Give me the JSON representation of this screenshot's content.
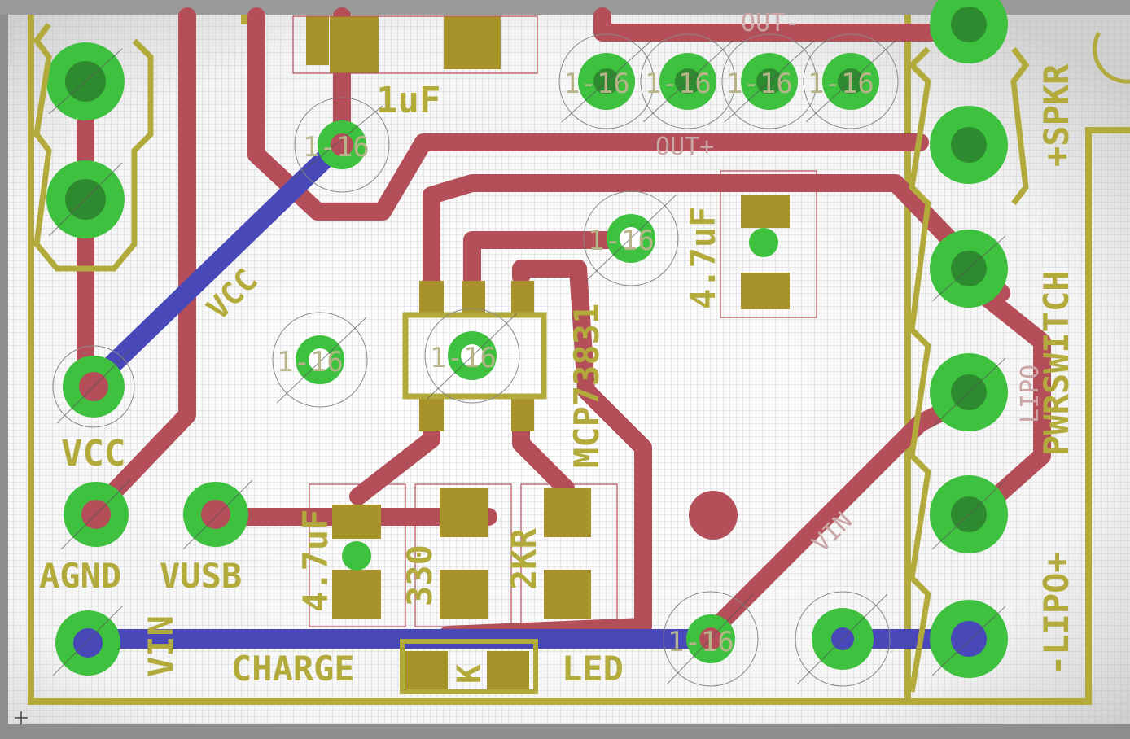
{
  "board": {
    "colors": {
      "grid_bg": "#d9d9d9",
      "board_fill": "#f4f4f4",
      "top_trace": "#b44e58",
      "bottom_trace": "#4848b8",
      "pad_copper": "#2e8a2e",
      "pad_ring": "#3ec13e",
      "smd_pad": "#a8922a",
      "silkscreen": "#b2ab3c"
    },
    "labels": {
      "one_uf": "1uF",
      "four_seven_uf_top": "4.7uF",
      "four_seven_uf_bottom": "4.7uF",
      "r330": "330",
      "r2kr": "2KR",
      "chip": "MCP73831",
      "vcc_trace": "VCC",
      "vcc_pin": "VCC",
      "agnd": "AGND",
      "vusb": "VUSB",
      "vin_pin": "VIN",
      "charge": "CHARGE",
      "led": "LED",
      "k": "K",
      "spkr": "+SPKR",
      "pwrswitch": "PWRSWITCH",
      "lipo": "-LIPO+",
      "out_plus": "OUT+",
      "out_minus": "OUT-",
      "vin_net": "VIN",
      "lipo_net": "LIPO"
    },
    "via_label": "1-16"
  }
}
